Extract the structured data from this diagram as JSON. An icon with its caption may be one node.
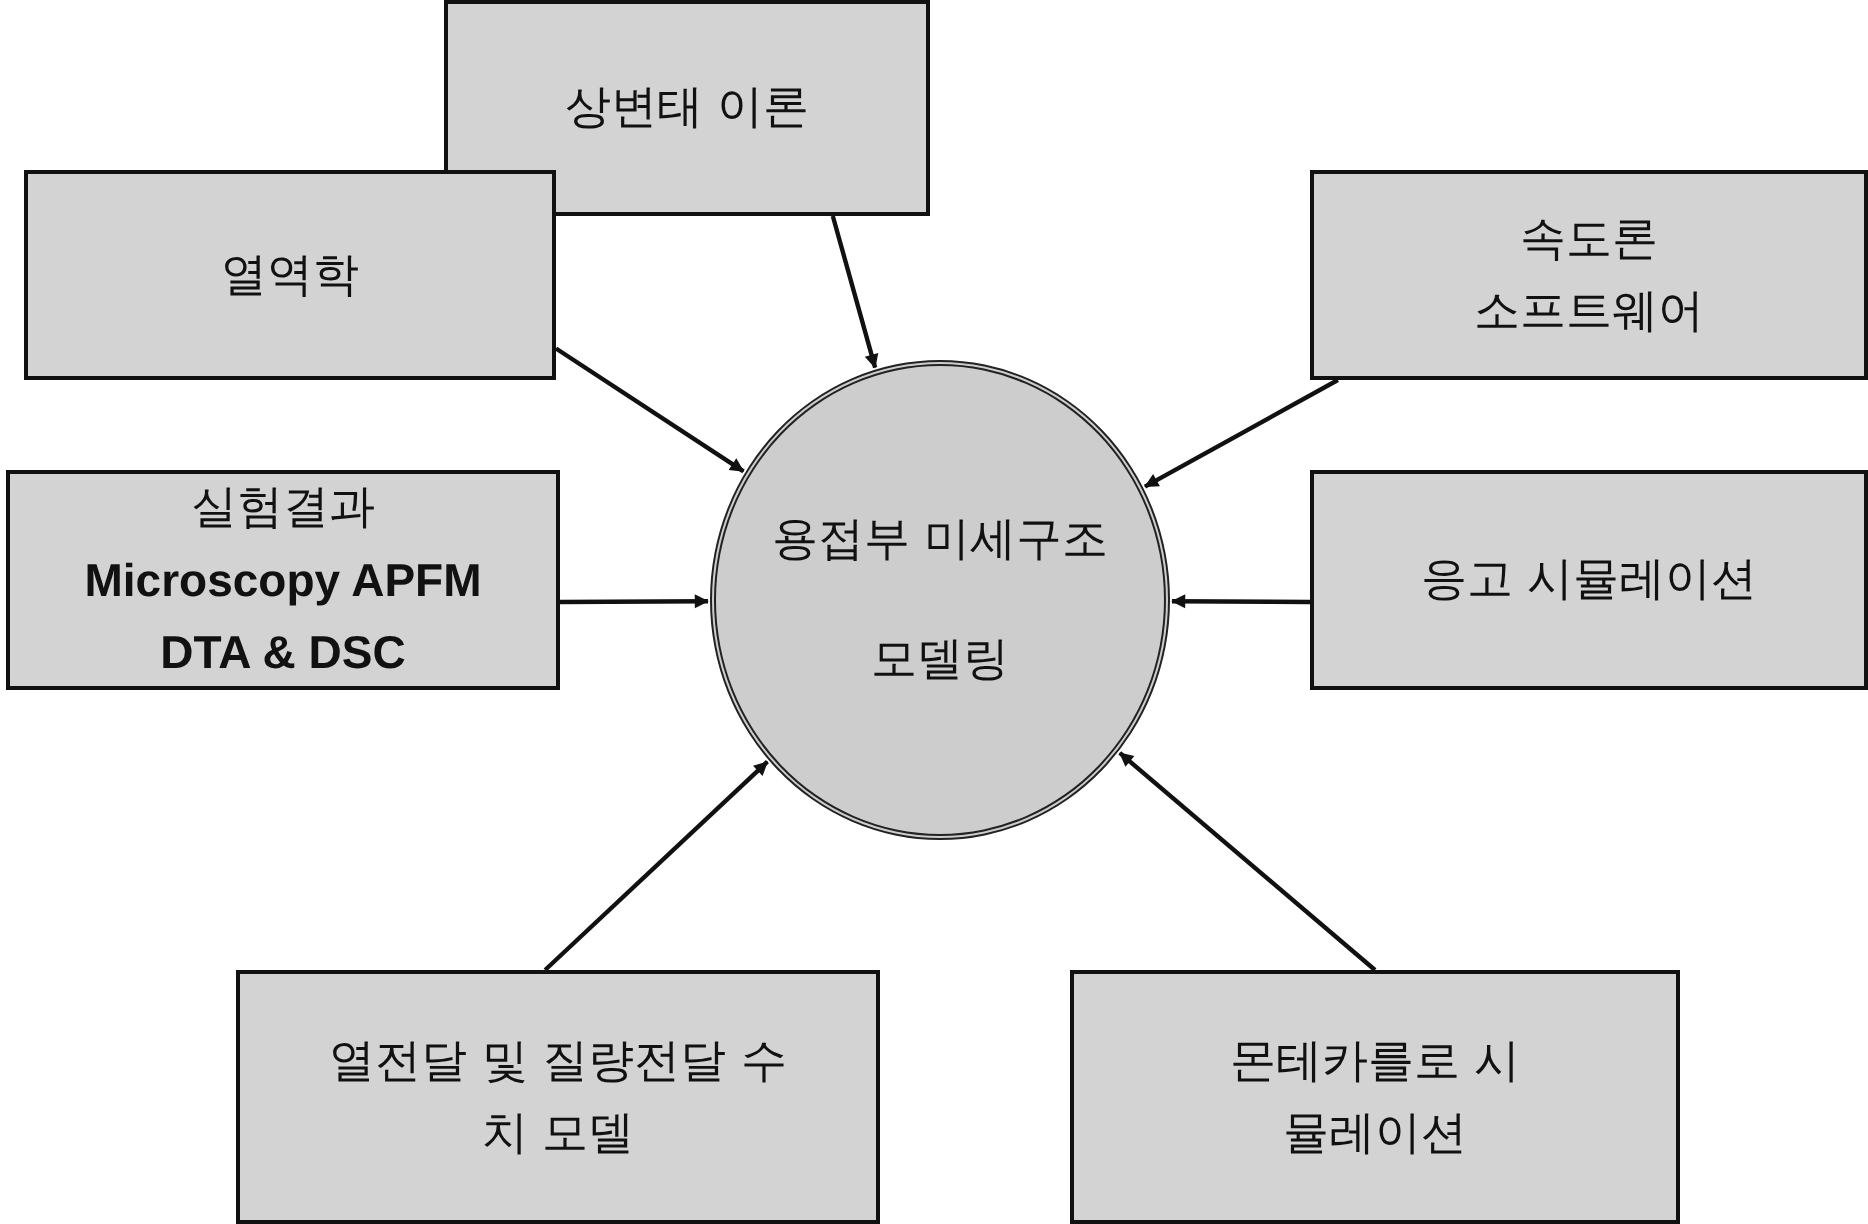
{
  "diagram": {
    "nodes": [
      {
        "text": [
          "상변태 이론"
        ]
      },
      {
        "text": [
          "열역학"
        ]
      },
      {
        "text": [
          "속도론",
          "소프트웨어"
        ]
      },
      {
        "text": [
          "용접부 미세구조 모델링"
        ]
      },
      {
        "text": [
          "실험결과",
          "Microscopy APFM DTA & DSC"
        ]
      },
      {
        "text": [
          "응고 시뮬레이션"
        ]
      },
      {
        "text": [
          "열전달 및 질량전달 수치 모델"
        ]
      },
      {
        "text": [
          "몬테카를로 시뮬레이션"
        ]
      }
    ],
    "edges": [
      {
        "from": 0,
        "to": 3,
        "arrow": "to"
      },
      {
        "from": 1,
        "to": 3,
        "arrow": "to"
      },
      {
        "from": 2,
        "to": 3,
        "arrow": "to"
      },
      {
        "from": 4,
        "to": 3,
        "arrow": "to"
      },
      {
        "from": 5,
        "to": 3,
        "arrow": "to"
      },
      {
        "from": 6,
        "to": 3,
        "arrow": "to"
      },
      {
        "from": 7,
        "to": 3,
        "arrow": "to"
      }
    ]
  }
}
